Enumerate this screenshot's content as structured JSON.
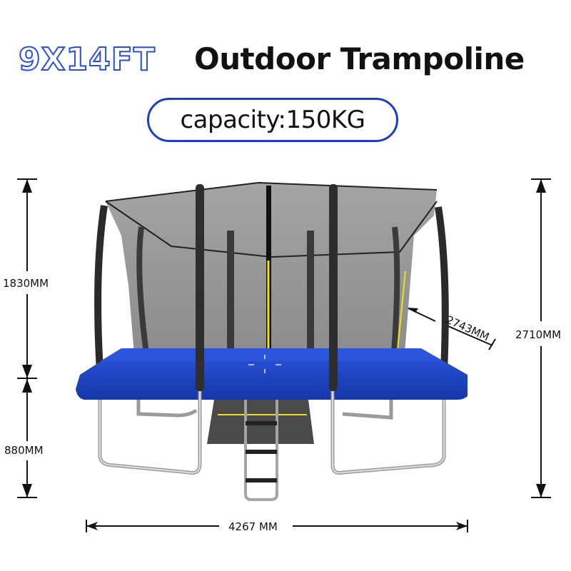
{
  "header": {
    "size_label": "9X14FT",
    "title": "Outdoor Trampoline",
    "capacity": "capacity:150KG"
  },
  "dimensions": {
    "enclosure_height": "1830MM",
    "frame_height": "880MM",
    "total_height": "2710MM",
    "width": "2743MM",
    "length": "4267 MM"
  },
  "colors": {
    "accent_blue": "#2b4fd9",
    "pad_blue": "#1f47c8",
    "net_gray": "#8a8a8a",
    "pole_dark": "#2a2a2a",
    "safety_yellow": "#f2e01a"
  }
}
